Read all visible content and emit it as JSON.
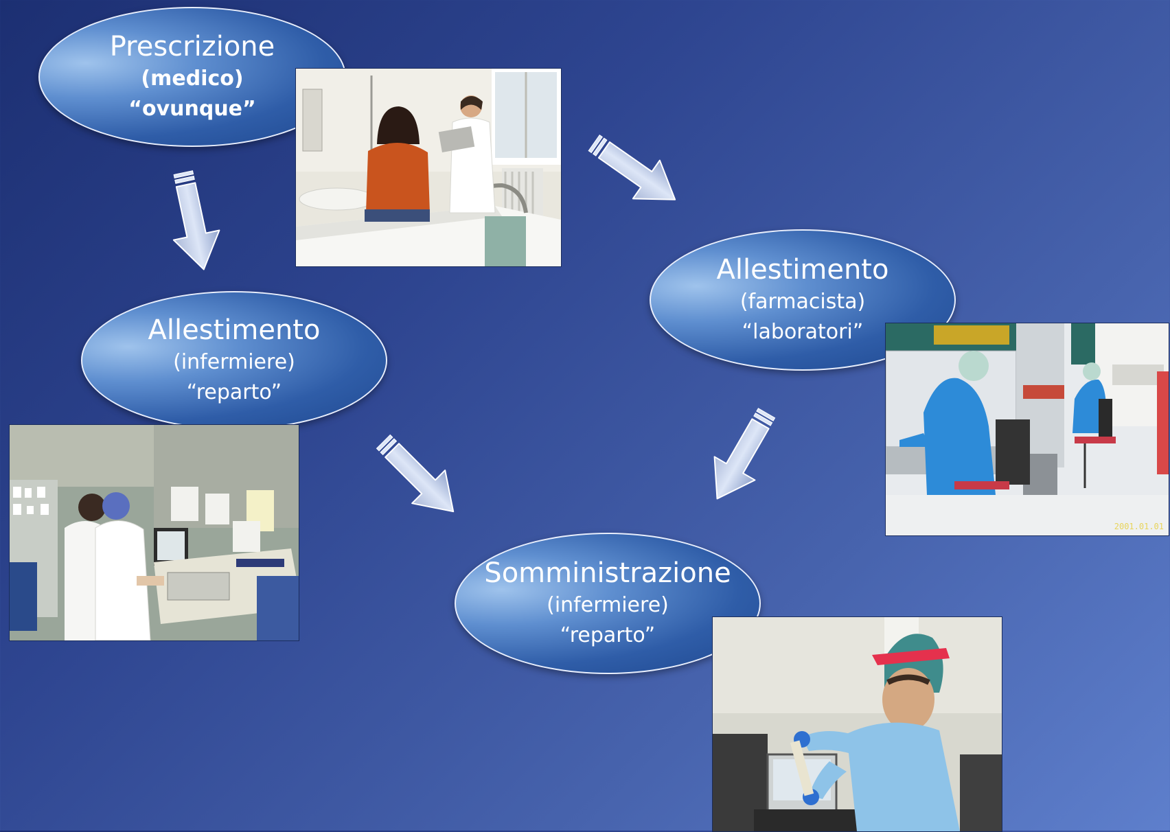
{
  "nodes": {
    "prescrizione": {
      "title": "Prescrizione",
      "role": "(medico)",
      "place": "“ovunque”"
    },
    "allestimento_farmacista": {
      "title": "Allestimento",
      "role": "(farmacista)",
      "place": "“laboratori”"
    },
    "allestimento_infermiere": {
      "title": "Allestimento",
      "role": "(infermiere)",
      "place": "“reparto”"
    },
    "somministrazione": {
      "title": "Somministrazione",
      "role": "(infermiere)",
      "place": "“reparto”"
    }
  },
  "photos": {
    "lab_timestamp": "2001.01.01"
  },
  "colors": {
    "background_start": "#1c2f72",
    "background_end": "#5e7fcc",
    "oval_fill": "#3a6ab4",
    "oval_border": "#e8eefc",
    "arrow_fill": "#dde6f7"
  }
}
